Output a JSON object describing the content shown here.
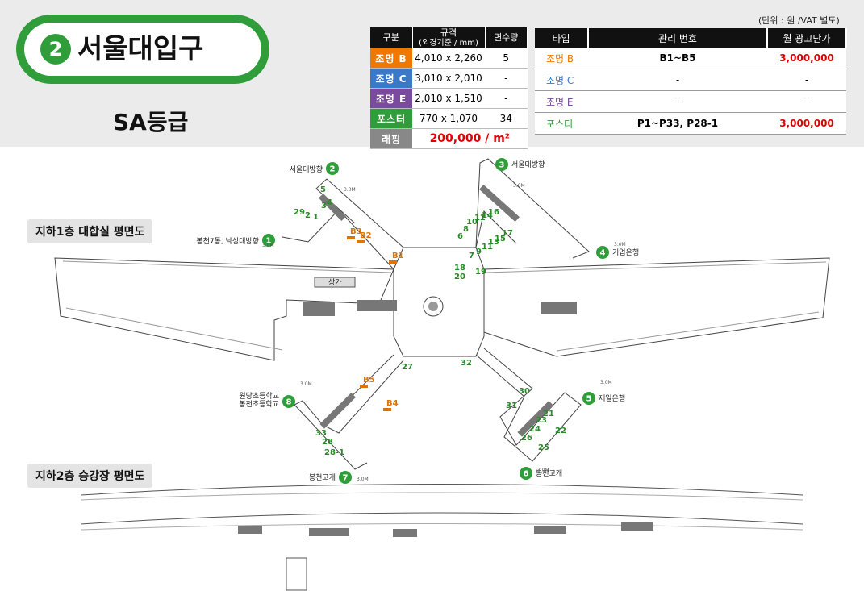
{
  "header": {
    "line_number": "2",
    "station_name": "서울대입구",
    "grade": "SA등급",
    "unit_note": "(단위 : 원 /VAT 별도)"
  },
  "spec_table": {
    "headers": [
      "구분",
      "규격\n(외경기준 / mm)",
      "면수량"
    ],
    "rows": [
      {
        "type": "조명 B",
        "size": "4,010 x 2,260",
        "count": "5",
        "color": "#f07800"
      },
      {
        "type": "조명 C",
        "size": "3,010 x 2,010",
        "count": "-",
        "color": "#3a78c8"
      },
      {
        "type": "조명 E",
        "size": "2,010 x 1,510",
        "count": "-",
        "color": "#7a4a9e"
      },
      {
        "type": "포스터",
        "size": "770 x 1,070",
        "count": "34",
        "color": "#2f9e3a"
      }
    ],
    "wrapping": {
      "label": "래핑",
      "price": "200,000 / m²",
      "color": "#888888"
    }
  },
  "price_table": {
    "headers": [
      "타입",
      "관리 번호",
      "월 광고단가"
    ],
    "rows": [
      {
        "type": "조명 B",
        "ids": "B1~B5",
        "price": "3,000,000",
        "color": "#f07800"
      },
      {
        "type": "조명 C",
        "ids": "-",
        "price": "-",
        "color": "#3a78c8"
      },
      {
        "type": "조명 E",
        "ids": "-",
        "price": "-",
        "color": "#7a4a9e"
      },
      {
        "type": "포스터",
        "ids": "P1~P33, P28-1",
        "price": "3,000,000",
        "color": "#2f9e3a"
      }
    ]
  },
  "map": {
    "b1_label": "지하1층 대합실 평면도",
    "b2_label": "지하2층 승강장 평면도",
    "shop_label": "상가",
    "exits": [
      {
        "num": "1",
        "name": "봉천7동, 낙성대방향"
      },
      {
        "num": "2",
        "name": "서울대방향"
      },
      {
        "num": "3",
        "name": "서울대방향"
      },
      {
        "num": "4",
        "name": "기업은행"
      },
      {
        "num": "5",
        "name": "제일은행"
      },
      {
        "num": "6",
        "name": "봉천고개"
      },
      {
        "num": "7",
        "name": "봉천고개"
      },
      {
        "num": "8",
        "name": "원당초등학교\n봉천초등학교"
      }
    ],
    "dist": "3.0M",
    "posters": [
      "1",
      "2",
      "3",
      "4",
      "5",
      "6",
      "7",
      "8",
      "9",
      "10",
      "11",
      "12",
      "13",
      "14",
      "15",
      "16",
      "17",
      "18",
      "19",
      "20",
      "21",
      "22",
      "23",
      "24",
      "25",
      "26",
      "27",
      "28",
      "28-1",
      "29",
      "30",
      "31",
      "32",
      "33"
    ],
    "lights": [
      "B1",
      "B2",
      "B3",
      "B4",
      "B5"
    ],
    "colors": {
      "green": "#2f9e3a",
      "orange": "#e07400"
    }
  }
}
